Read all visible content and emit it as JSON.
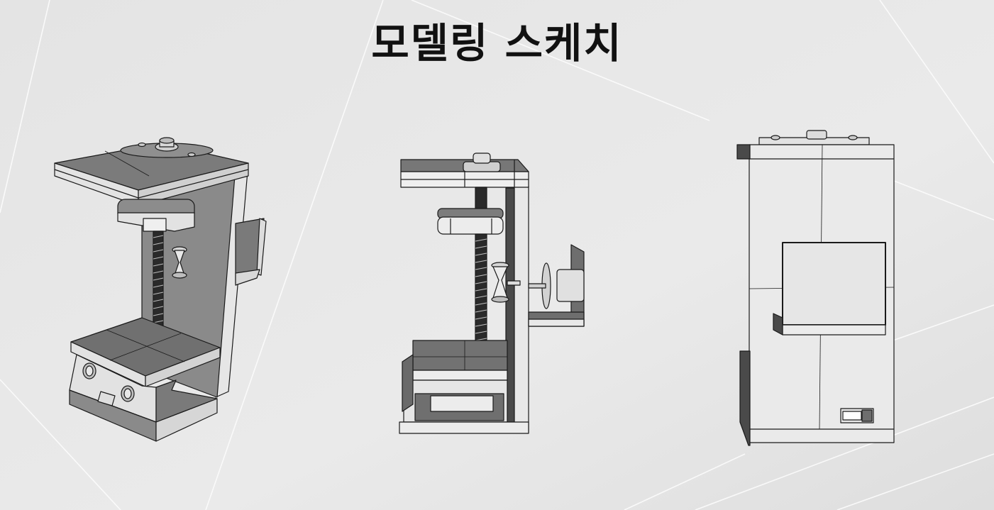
{
  "slide": {
    "title": "모델링 스케치"
  },
  "views": [
    {
      "id": "iso",
      "label": "isometric-view",
      "description": "Isometric view of test stand frame with lead screw, crosshead, specimen and base with knobs"
    },
    {
      "id": "side",
      "label": "side-view",
      "description": "Side view showing lead screw, crosshead, specimen, motor with disk on bracket"
    },
    {
      "id": "back",
      "label": "back-view",
      "description": "Rear view of the frame with motor bracket and switch slot"
    }
  ],
  "colors": {
    "background": "#e6e6e6",
    "dark_face": "#6e6e6e",
    "mid_face": "#8a8a8a",
    "light_face": "#e9e9e9",
    "edge": "#1a1a1a",
    "title": "#111111"
  }
}
